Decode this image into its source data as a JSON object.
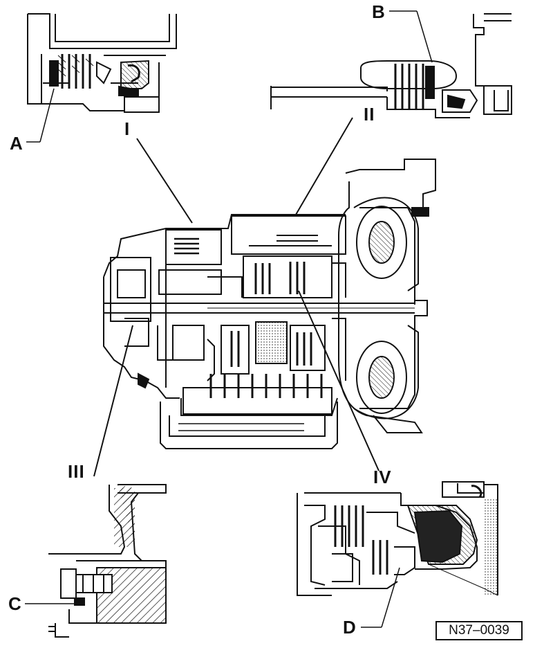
{
  "callouts": {
    "A": "A",
    "B": "B",
    "C": "C",
    "D": "D",
    "I": "I",
    "II": "II",
    "III": "III",
    "IV": "IV"
  },
  "figure_ref": "N37–0039"
}
